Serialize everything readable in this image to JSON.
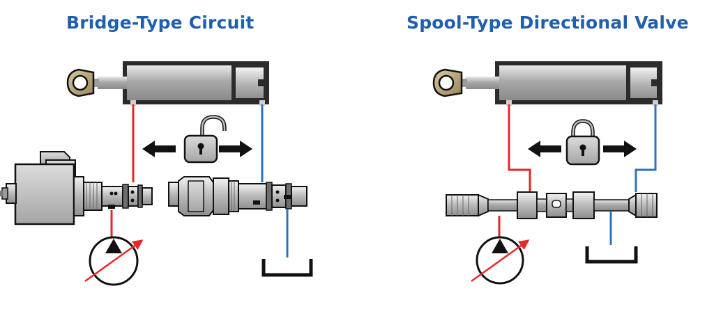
{
  "panels": {
    "left": {
      "title": "Bridge-Type Circuit",
      "lock_state": "unlocked"
    },
    "right": {
      "title": "Spool-Type Directional Valve",
      "lock_state": "locked"
    }
  },
  "colors": {
    "title": "#1f5fae",
    "pressure_line": "#e8262a",
    "return_line": "#2a73c0",
    "outline": "#111111",
    "component_gray": "#b7b7b7",
    "cylinder_body": "#2b2b2b"
  }
}
